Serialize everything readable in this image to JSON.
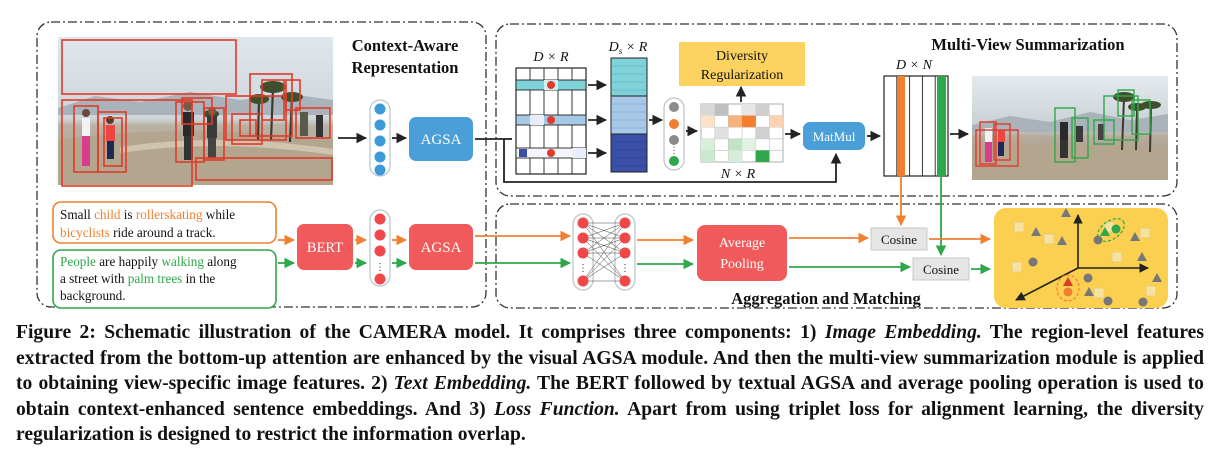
{
  "sections": {
    "context": "Context-Aware Representation",
    "context_line1": "Context-Aware",
    "context_line2": "Representation",
    "summarization": "Multi-View Summarization",
    "aggregation": "Aggregation and Matching"
  },
  "modules": {
    "agsa_image": "AGSA",
    "agsa_text": "AGSA",
    "bert": "BERT",
    "diversity_line1": "Diversity",
    "diversity_line2": "Regularization",
    "matmul": "MatMul",
    "pooling_line1": "Average",
    "pooling_line2": "Pooling",
    "cosine_1": "Cosine",
    "cosine_2": "Cosine"
  },
  "dims": {
    "d_x_r_D": "D",
    "d_x_r_x": " × ",
    "d_x_r_R": "R",
    "ds_x_r_D": "D",
    "ds_x_r_sub": "s",
    "ds_x_r_x": " × ",
    "ds_x_r_R": "R",
    "n_x_r_N": "N",
    "n_x_r_x": " × ",
    "n_x_r_R": "R",
    "d_x_n_D": "D",
    "d_x_n_x": " × ",
    "d_x_n_N": "N"
  },
  "sentences": {
    "orange": {
      "l1a": "Small ",
      "l1b": "child",
      "l1c": " is ",
      "l1d": "rollerskating",
      "l1e": " while",
      "l2a": "bicyclists",
      "l2b": " ride around a track."
    },
    "green": {
      "l1a": "People",
      "l1b": " are happily ",
      "l1c": "walking",
      "l1d": " along",
      "l2a": "a street with ",
      "l2b": "palm trees",
      "l2c": "  in the",
      "l3": "background."
    }
  },
  "caption": {
    "p1": "Figure 2: Schematic illustration of the CAMERA model. It comprises three components: 1) ",
    "e1": "Image Embedding.",
    "p2": " The region-level features extracted from the bottom-up attention are enhanced by the visual AGSA module. And then the multi-view summarization module is applied to obtaining view-specific image features. 2) ",
    "e2": "Text Embedding.",
    "p3": " The BERT followed by textual AGSA and average pooling operation is used to obtain context-enhanced sentence embeddings. And 3) ",
    "e3": "Loss Function.",
    "p4": " Apart from using triplet loss for alignment learning, the diversity regularization is designed to restrict the information overlap."
  },
  "colors": {
    "orange": "#f08030",
    "green": "#2ea84a",
    "agsa_blue": "#4a9fd8",
    "bert_red": "#f05a5a",
    "diversity_yellow": "#fcd360",
    "embed_bg": "#fbcf4f",
    "region_red": "#e03a2a",
    "region_green": "#2ea84a"
  }
}
